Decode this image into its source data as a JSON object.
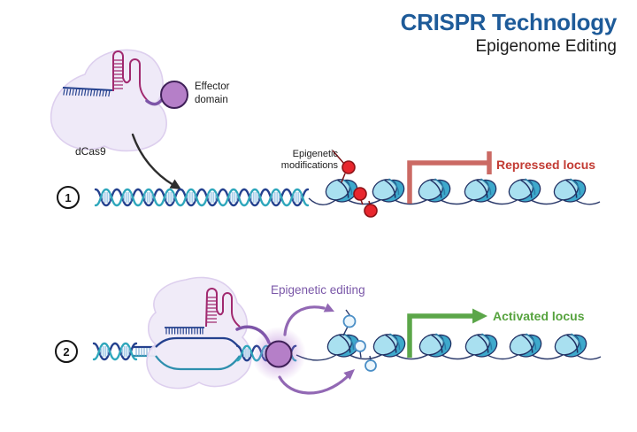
{
  "header": {
    "title": "CRISPR Technology",
    "subtitle": "Epigenome Editing"
  },
  "dcas9_diagram": {
    "protein_label": "dCas9",
    "effector_label": "Effector domain"
  },
  "panel_1": {
    "number": "1",
    "modification_label": "Epigenetic modifications",
    "locus_label": "Repressed locus"
  },
  "panel_2": {
    "number": "2",
    "editing_label": "Epigenetic editing",
    "locus_label": "Activated locus"
  },
  "colors": {
    "title_blue": "#1e5b99",
    "repressed_text": "#c23a32",
    "repressed_bar": "#cb6a64",
    "activated_green": "#56a33e",
    "activated_arrow": "#5ba649",
    "purple_text": "#7a57a8",
    "purple_arrow": "#9268b4",
    "effector_fill": "#b57fc8",
    "effector_stroke": "#3f2058",
    "sgrna_magenta": "#a1296f",
    "dna_navy": "#24418e",
    "dna_teal": "#2ea7bc",
    "dna_rung": "#a6cce8",
    "chromatin_line": "#2b3a6b",
    "nucleosome_light": "#a9e0f0",
    "nucleosome_dark": "#3ea9cc",
    "nucleosome_outline": "#203063",
    "methyl_red": "#e8262d",
    "methyl_red_stroke": "#8c1216",
    "unmodified_fill": "#ecf6fc",
    "unmodified_stroke": "#4a8ec6",
    "protein_blob": "#efeaf8",
    "protein_blob_edge": "#ddcfee"
  }
}
